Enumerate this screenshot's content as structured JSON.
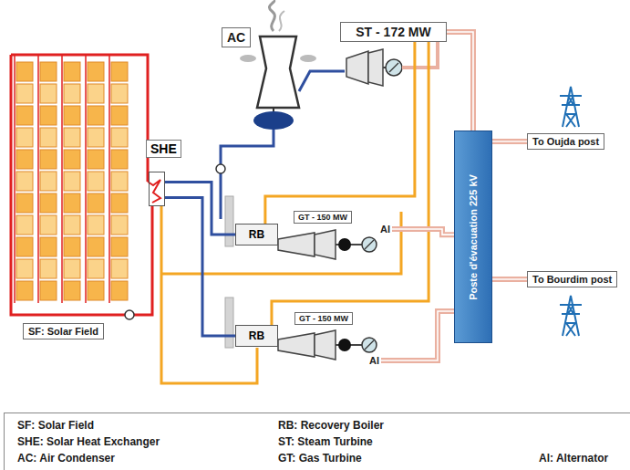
{
  "diagram": {
    "nodes": [
      {
        "text": [
          "SHE"
        ]
      },
      {
        "text": [
          "AC"
        ]
      },
      {
        "text": [
          "ST - 172 MW"
        ]
      },
      {
        "text": [
          "RB"
        ]
      },
      {
        "text": [
          "GT - 150 MW"
        ]
      },
      {
        "text": [
          "Al"
        ]
      },
      {
        "text": [
          "RB"
        ]
      },
      {
        "text": [
          "GT - 150 MW"
        ]
      },
      {
        "text": [
          "Al"
        ]
      },
      {
        "text": [
          "Poste d'évacuation 225 kV"
        ]
      },
      {
        "text": [
          "To Oujda post"
        ]
      },
      {
        "text": [
          "To Bourdim post"
        ]
      },
      {
        "text": [
          "SF: Solar Field"
        ]
      }
    ],
    "edges": [
      {
        "from": 0,
        "to": 3,
        "arrow": "none"
      },
      {
        "from": 0,
        "to": 6,
        "arrow": "none"
      },
      {
        "from": 3,
        "to": 2,
        "arrow": "none"
      },
      {
        "from": 6,
        "to": 2,
        "arrow": "none"
      },
      {
        "from": 5,
        "to": 9,
        "arrow": "none"
      },
      {
        "from": 8,
        "to": 9,
        "arrow": "none"
      },
      {
        "from": 2,
        "to": 9,
        "arrow": "none"
      },
      {
        "from": 9,
        "to": 10,
        "arrow": "none"
      },
      {
        "from": 9,
        "to": 11,
        "arrow": "none"
      }
    ],
    "legend": [
      {
        "text": "SF: Solar Field"
      },
      {
        "text": "SHE: Solar Heat Exchanger"
      },
      {
        "text": "AC: Air Condenser"
      },
      {
        "text": "RB: Recovery Boiler"
      },
      {
        "text": "ST: Steam Turbine"
      },
      {
        "text": "GT: Gas Turbine"
      },
      {
        "text": "Al: Alternator"
      }
    ]
  }
}
